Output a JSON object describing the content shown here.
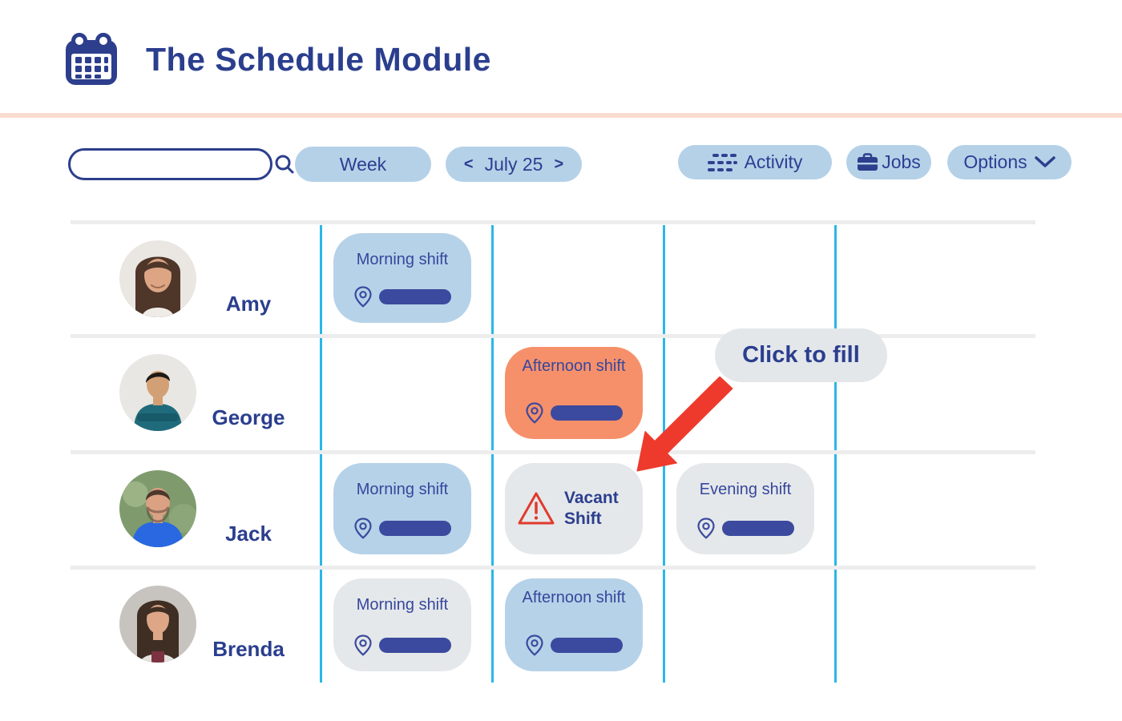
{
  "header": {
    "title": "The Schedule Module",
    "logo_icon": "calendar-icon"
  },
  "toolbar": {
    "search": {
      "value": "",
      "placeholder": "",
      "icon": "search-icon"
    },
    "buttons": {
      "week": "Week",
      "activity": "Activity",
      "jobs": "Jobs",
      "options": "Options"
    },
    "button_icons": {
      "activity": "activity-list-icon",
      "jobs": "briefcase-icon",
      "options": "chevron-down-icon"
    },
    "date_nav": {
      "prev": "<",
      "label": "July 25",
      "next": ">"
    }
  },
  "annotation": {
    "tooltip": "Click to fill",
    "arrow_icon": "red-arrow"
  },
  "schedule": {
    "rows": [
      {
        "name": "Amy",
        "avatar": "woman with long brown hair",
        "shifts": [
          {
            "col": 1,
            "label": "Morning shift",
            "variant": "blue",
            "location_pill": true
          }
        ]
      },
      {
        "name": "George",
        "avatar": "man in teal shirt with arms crossed",
        "shifts": [
          {
            "col": 2,
            "label": "Afternoon shift",
            "variant": "orange",
            "location_pill": true
          }
        ]
      },
      {
        "name": "Jack",
        "avatar": "smiling bearded man in blue t-shirt",
        "shifts": [
          {
            "col": 1,
            "label": "Morning shift",
            "variant": "blue",
            "location_pill": true
          },
          {
            "col": 2,
            "label": "Vacant Shift",
            "variant": "vacant",
            "warning": true
          },
          {
            "col": 3,
            "label": "Evening shift",
            "variant": "gray",
            "location_pill": true
          }
        ]
      },
      {
        "name": "Brenda",
        "avatar": "woman with long dark hair in light jacket",
        "shifts": [
          {
            "col": 1,
            "label": "Morning shift",
            "variant": "gray",
            "location_pill": true
          },
          {
            "col": 2,
            "label": "Afternoon shift",
            "variant": "blue",
            "location_pill": true
          }
        ]
      }
    ]
  },
  "colors": {
    "navy": "#2b3e8e",
    "card_text": "#36479d",
    "pill_navy": "#3b4a9e",
    "light_blue_card": "#b6d2e8",
    "orange_card": "#f6906a",
    "gray_card": "#e5e8ea",
    "button_bg": "#b5d1e8",
    "grid_line_cyan": "#2ab7e9",
    "row_bar_gray": "#ededee",
    "alert_red": "#e03a2c",
    "arrow_red": "#ee3a2c",
    "divider_pink": "#f9dbd0"
  }
}
